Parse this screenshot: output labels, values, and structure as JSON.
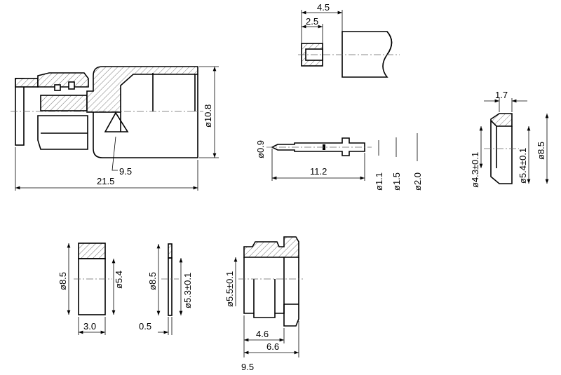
{
  "drawing": {
    "main_connector": {
      "diameter": "ø10.8",
      "leader": "9.5",
      "length": "21.5"
    },
    "cable_end": {
      "length_outer": "4.5",
      "length_inner": "2.5"
    },
    "pin": {
      "tip_diameter": "ø0.9",
      "length": "11.2",
      "d1": "ø1.1",
      "d2": "ø1.5",
      "d3": "ø2.0"
    },
    "ferrule": {
      "width": "1.7",
      "inner": "ø4.3±0.1",
      "mid": "ø5.4±0.1",
      "outer": "ø8.5"
    },
    "spacer": {
      "outer": "ø8.5",
      "inner": "ø5.4",
      "width": "3.0"
    },
    "washer": {
      "outer": "ø8.5",
      "inner": "ø5.3±0.1",
      "width": "0.5"
    },
    "nut": {
      "bore": "ø5.5±0.1",
      "l1": "4.6",
      "l2": "6.6",
      "l3": "9.5"
    }
  }
}
